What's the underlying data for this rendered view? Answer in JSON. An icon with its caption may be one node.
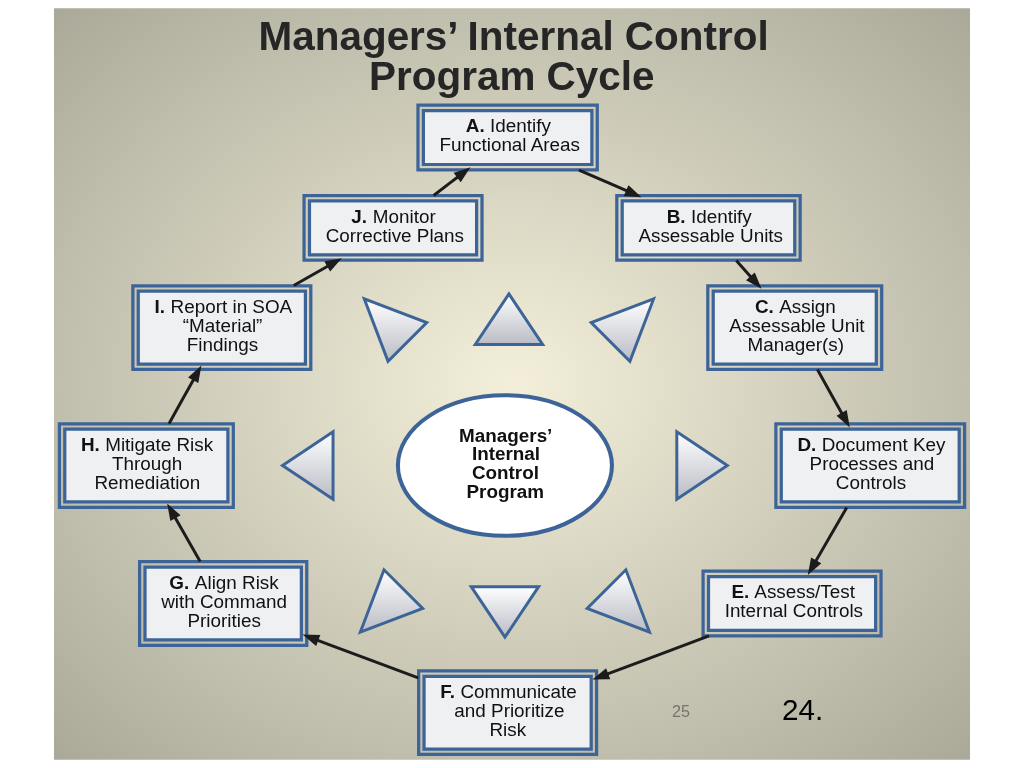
{
  "diagram": {
    "title": "Managers’ Internal Control Program Cycle",
    "nodes": [
      {
        "text": [
          "**A.** Identify Functional Areas"
        ]
      },
      {
        "text": [
          "**B.** Identify Assessable Units"
        ]
      },
      {
        "text": [
          "**C.** Assign Assessable Unit Manager(s)"
        ]
      },
      {
        "text": [
          "**D.** Document Key Processes and Controls"
        ]
      },
      {
        "text": [
          "**E.** Assess/Test Internal Controls"
        ]
      },
      {
        "text": [
          "**F.** Communicate and Prioritize Risk"
        ]
      },
      {
        "text": [
          "**G.** Align Risk with Command Priorities"
        ]
      },
      {
        "text": [
          "**H.** Mitigate Risk Through Remediation"
        ]
      },
      {
        "text": [
          "**I.** Report in SOA “Material” Findings"
        ]
      },
      {
        "text": [
          "**J.** Monitor Corrective Plans"
        ]
      },
      {
        "text": [
          "Managers’ Internal Control Program"
        ]
      },
      {
        "text": [],
        "shape": "triangle"
      },
      {
        "text": [],
        "shape": "triangle"
      },
      {
        "text": [],
        "shape": "triangle"
      },
      {
        "text": [],
        "shape": "triangle"
      },
      {
        "text": [],
        "shape": "triangle"
      },
      {
        "text": [],
        "shape": "triangle"
      },
      {
        "text": [],
        "shape": "triangle"
      },
      {
        "text": [],
        "shape": "triangle"
      }
    ],
    "edges": [
      {
        "from": 0,
        "to": 1,
        "arrow": "to"
      },
      {
        "from": 1,
        "to": 2,
        "arrow": "to"
      },
      {
        "from": 2,
        "to": 3,
        "arrow": "to"
      },
      {
        "from": 3,
        "to": 4,
        "arrow": "to"
      },
      {
        "from": 4,
        "to": 5,
        "arrow": "to"
      },
      {
        "from": 5,
        "to": 6,
        "arrow": "to"
      },
      {
        "from": 6,
        "to": 7,
        "arrow": "to"
      },
      {
        "from": 7,
        "to": 8,
        "arrow": "to"
      },
      {
        "from": 8,
        "to": 9,
        "arrow": "to"
      },
      {
        "from": 9,
        "to": 0,
        "arrow": "to"
      }
    ],
    "labels": [
      "25",
      "24."
    ]
  }
}
